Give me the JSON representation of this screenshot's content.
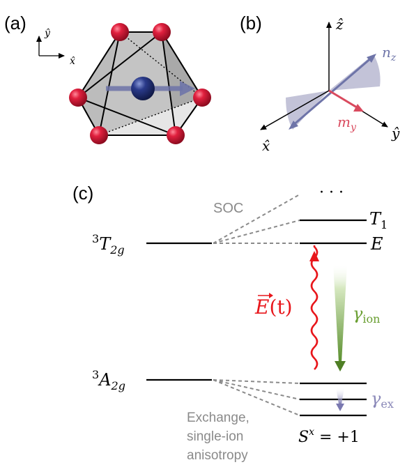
{
  "panels": {
    "a": "(a)",
    "b": "(b)",
    "c": "(c)"
  },
  "panel_a": {
    "axis_y": "ŷ",
    "axis_x": "x̂"
  },
  "panel_b": {
    "axis_z": "ẑ",
    "axis_x": "x̂",
    "axis_y": "ŷ",
    "label_nz_base": "n",
    "label_nz_sub": "z",
    "label_my_base": "m",
    "label_my_sub": "y"
  },
  "panel_c": {
    "soc_label": "SOC",
    "dots": "· · ·",
    "level_T2g": {
      "pre": "3",
      "base": "T",
      "sub": "2g"
    },
    "level_A2g": {
      "pre": "3",
      "base": "A",
      "sub": "2g"
    },
    "level_T1": {
      "base": "T",
      "sub": "1"
    },
    "level_E": "E",
    "field_label": {
      "vec": "E",
      "arg": "(t)"
    },
    "gamma_ion": {
      "base": "γ",
      "sub": "ion"
    },
    "gamma_ex": {
      "base": "γ",
      "sub": "ex"
    },
    "sx_label": {
      "base": "S",
      "sup": "x",
      "rest": " = +1"
    },
    "exchange_line1": "Exchange,",
    "exchange_line2": "single-ion",
    "exchange_line3": "anisotropy"
  },
  "colors": {
    "octahedron_face": "#bdbdbd",
    "red_atom": "#c8102e",
    "blue_atom": "#1f2d6e",
    "nz_vector": "#6e74a8",
    "my_vector": "#d94a5e",
    "field_red": "#e8161b",
    "gamma_ion_green": "#5a8f2e",
    "gamma_ex_purple": "#8a88b8",
    "soc_gray": "#8a8a8a"
  }
}
